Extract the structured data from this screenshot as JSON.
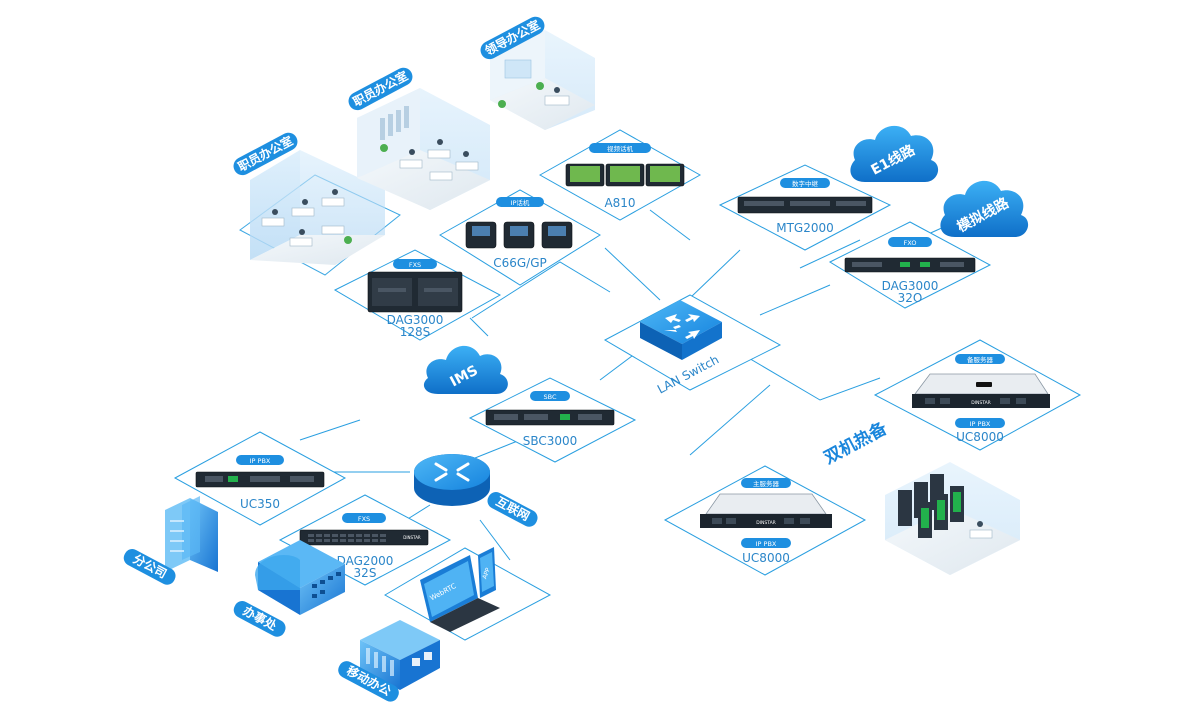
{
  "offices": {
    "staff_office_1": "职员办公室",
    "staff_office_2": "职员办公室",
    "leader_office": "领导办公室"
  },
  "devices": {
    "video_phone": {
      "tag": "视频话机",
      "name": "A810"
    },
    "ip_phone": {
      "tag": "IP话机",
      "name": "C66G/GP"
    },
    "fxs_gateway_large": {
      "tag": "FXS",
      "name_line1": "DAG3000",
      "name_line2": "128S"
    },
    "digital_trunk": {
      "tag": "数字中继",
      "name": "MTG2000"
    },
    "fxo_gateway": {
      "tag": "FXO",
      "name_line1": "DAG3000",
      "name_line2": "32O"
    },
    "lan_switch": {
      "label": "LAN Switch"
    },
    "sbc": {
      "tag": "SBC",
      "name": "SBC3000"
    },
    "backup_server": {
      "tag": "备服务器",
      "sub": "IP PBX",
      "name": "UC8000",
      "brand": "DINSTAR"
    },
    "main_server": {
      "tag": "主服务器",
      "sub": "IP PBX",
      "name": "UC8000",
      "brand": "DINSTAR"
    },
    "uc350": {
      "tag": "IP PBX",
      "name": "UC350"
    },
    "fxs_gateway_small": {
      "tag": "FXS",
      "name_line1": "DAG2000",
      "name_line2": "32S",
      "brand": "DINSTAR"
    }
  },
  "clouds": {
    "ims": "IMS",
    "e1": "E1线路",
    "analog": "模拟线路"
  },
  "labels": {
    "hot_standby": "双机热备",
    "internet": "互联网",
    "branch": "分公司",
    "office_point": "办事处",
    "mobile_office": "移动办公",
    "webrtc": "WebRTC",
    "app": "APP"
  },
  "colors": {
    "accent": "#1e8fe0",
    "line": "#2a9fe0",
    "text": "#2b86c9",
    "device": "#202a33",
    "green": "#22b14c"
  }
}
